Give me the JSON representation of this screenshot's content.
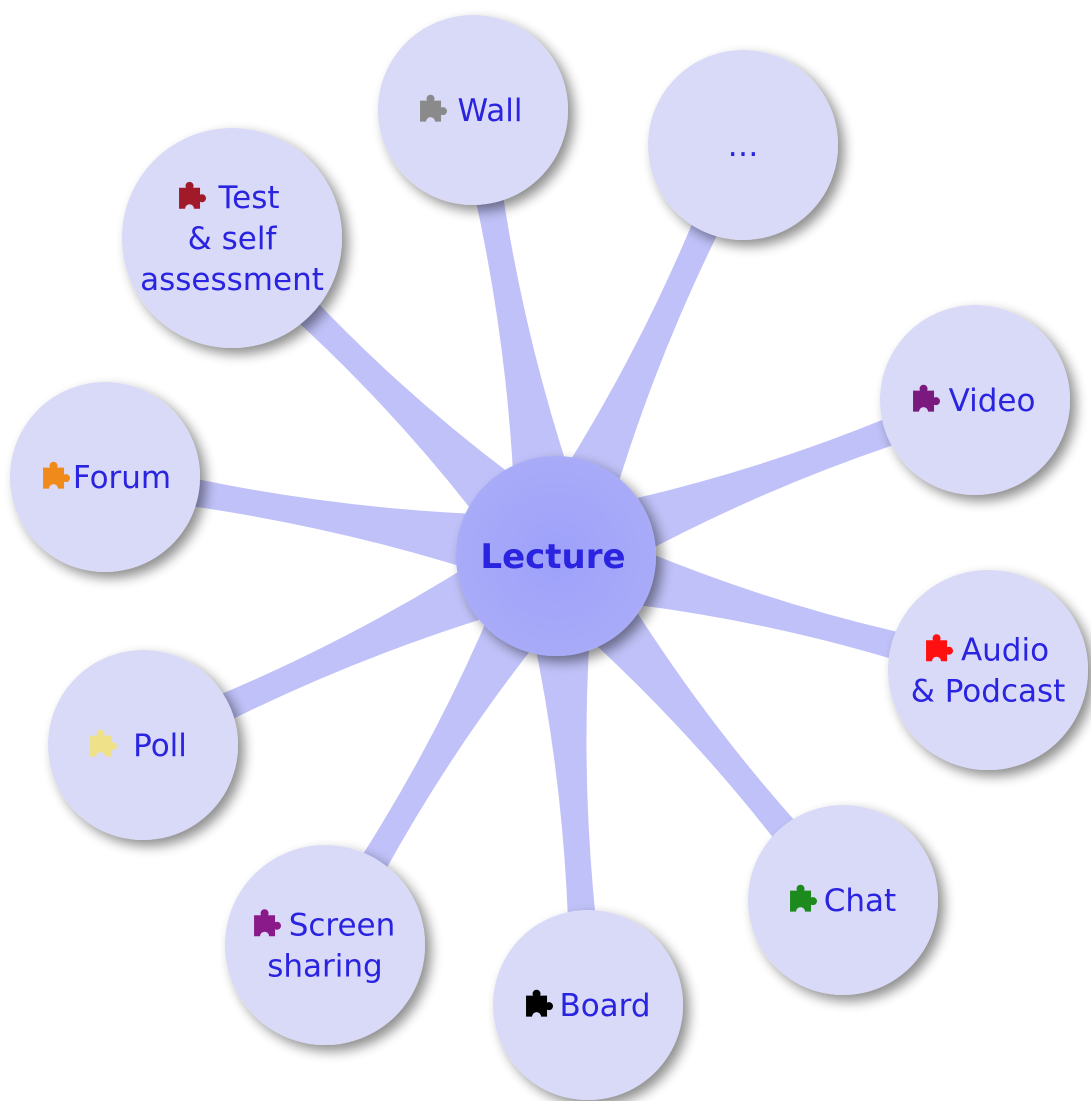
{
  "center": {
    "label": "Lecture"
  },
  "nodes": [
    {
      "id": "wall",
      "lines": [
        "Wall"
      ],
      "icon": "puzzle-icon",
      "icon_color": "#8a8a8a"
    },
    {
      "id": "more",
      "lines": [
        "…"
      ],
      "icon": null,
      "icon_color": null
    },
    {
      "id": "video",
      "lines": [
        "Video"
      ],
      "icon": "puzzle-icon",
      "icon_color": "#7a1a7e"
    },
    {
      "id": "audio-podcast",
      "lines": [
        "Audio",
        "& Podcast"
      ],
      "icon": "puzzle-icon",
      "icon_color": "#ff1010"
    },
    {
      "id": "chat",
      "lines": [
        "Chat"
      ],
      "icon": "puzzle-icon",
      "icon_color": "#1d8a1d"
    },
    {
      "id": "board",
      "lines": [
        "Board"
      ],
      "icon": "puzzle-icon",
      "icon_color": "#000000"
    },
    {
      "id": "screen-sharing",
      "lines": [
        "Screen",
        "sharing"
      ],
      "icon": "puzzle-icon",
      "icon_color": "#8a1a8a"
    },
    {
      "id": "poll",
      "lines": [
        "Poll"
      ],
      "icon": "puzzle-icon",
      "icon_color": "#efe08a"
    },
    {
      "id": "forum",
      "lines": [
        "Forum"
      ],
      "icon": "puzzle-icon",
      "icon_color": "#f08a1a"
    },
    {
      "id": "test-self-assessment",
      "lines": [
        "Test",
        "& self",
        "assessment"
      ],
      "icon": "puzzle-icon",
      "icon_color": "#a01a2a"
    }
  ],
  "colors": {
    "bubble": "#d9daf8",
    "center": "#a8aaf8",
    "text": "#2a23e0"
  }
}
